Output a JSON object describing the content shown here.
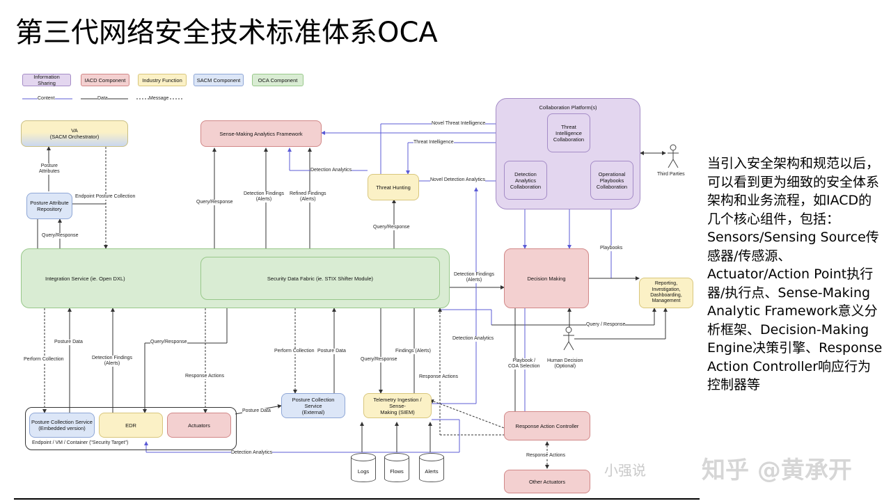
{
  "title": "第三代网络安全技术标准体系OCA",
  "legend": {
    "categories": [
      "Information Sharing",
      "IACD Component",
      "Industry Function",
      "SACM Component",
      "OCA Component"
    ],
    "lines": [
      "Content",
      "Data",
      "Message"
    ]
  },
  "nodes": {
    "va": "VA\n(SACM Orchestrator)",
    "posture_repo": "Posture Attribute\nRepository",
    "smaf": "Sense-Making Analytics Framework",
    "threat_hunting": "Threat Hunting",
    "collab_platform": "Collaboration Platform(s)",
    "threat_intel_collab": "Threat\nIntelligence\nCollaboration",
    "detection_collab": "Detection\nAnalytics\nCollaboration",
    "playbooks_collab": "Operational\nPlaybooks\nCollaboration",
    "third_parties": "Third Parties",
    "integration_service": "Integration Service (ie. Open DXL)",
    "security_data_fabric": "Security Data Fabric (ie. STIX Shifter Module)",
    "decision_making": "Decision Making",
    "reporting": "Reporting,\nInvestigation,\nDashboarding,\nManagement",
    "human_decision": "Human Decision\n(Optional)",
    "pcs_embedded": "Posture Collection Service\n(Embedded version)",
    "edr": "EDR",
    "actuators": "Actuators",
    "endpoint_label": "Endpoint / VM / Container (\"Security Target\")",
    "pcs_external": "Posture Collection Service\n(External)",
    "telemetry": "Telemetry Ingestion / Sense-\nMaking (SIEM)",
    "rac": "Response Action Controller",
    "other_actuators": "Other Actuators",
    "logs": "Logs",
    "flows": "Flows",
    "alerts": "Alerts"
  },
  "edge_labels": {
    "posture_attributes": "Posture\nAttributes",
    "endpoint_posture_collection": "Endpoint Posture Collection",
    "query_response_1": "Query/Response",
    "query_response_2": "Query/Response",
    "detection_findings_1": "Detection Findings\n(Alerts)",
    "refined_findings": "Refined Findings\n(Alerts)",
    "detection_analytics_1": "Detection Analytics",
    "novel_threat_intel": "Novel Threat Intelligence",
    "threat_intelligence": "Threat Intelligence",
    "novel_detection_analytics": "Novel Detection Analytics",
    "query_response_3": "Query/Response",
    "detection_findings_2": "Detection Findings\n(Alerts)",
    "playbooks": "Playbooks",
    "query_response_4": "Query / Response",
    "detection_analytics_2": "Detection Analytics",
    "playbook_coa": "Playbook /\nCOA Selection",
    "perform_collection_1": "Perform Collection",
    "posture_data_1": "Posture Data",
    "detection_findings_3": "Detection Findings\n(Alerts)",
    "query_response_5": "Query/Response",
    "response_actions_1": "Response Actions",
    "perform_collection_2": "Perform Collection",
    "posture_data_2": "Posture Data",
    "query_response_6": "Query/Response",
    "findings_alerts": "Findings (Alerts)",
    "response_actions_2": "Response Actions",
    "posture_data_3": "Posture Data",
    "detection_analytics_3": "Detection Analytics",
    "response_actions_3": "Response Actions"
  },
  "side_text": "当引入安全架构和规范以后，可以看到更为细致的安全体系架构和业务流程，如IACD的几个核心组件，包括：Sensors/Sensing Source传感器/传感源、Actuator/Action Point执行器/执行点、Sense-Making Analytic Framework意义分析框架、Decision-Making Engine决策引擎、Response Action Controller响应行为控制器等",
  "watermarks": {
    "wechat": "小强说",
    "zhihu": "知乎 @黄承开"
  },
  "colors": {
    "purple": "#e3d6ef",
    "red": "#f3d0d0",
    "yellow": "#fbf1c6",
    "blue": "#dce6f7",
    "green": "#d9ecd3",
    "content_line": "#5b5bd6"
  }
}
